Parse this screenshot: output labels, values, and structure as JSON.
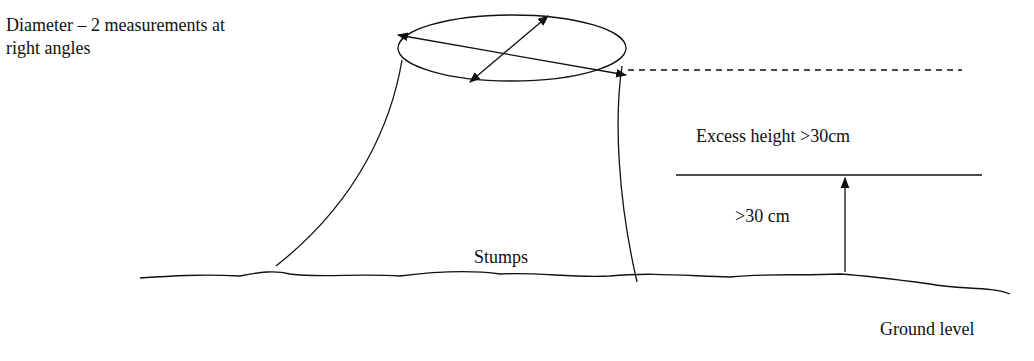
{
  "diagram": {
    "labels": [
      "Diameter – 2 measurements at right angles",
      "Excess height >30cm",
      ">30 cm",
      "Stumps",
      "Ground level"
    ]
  }
}
